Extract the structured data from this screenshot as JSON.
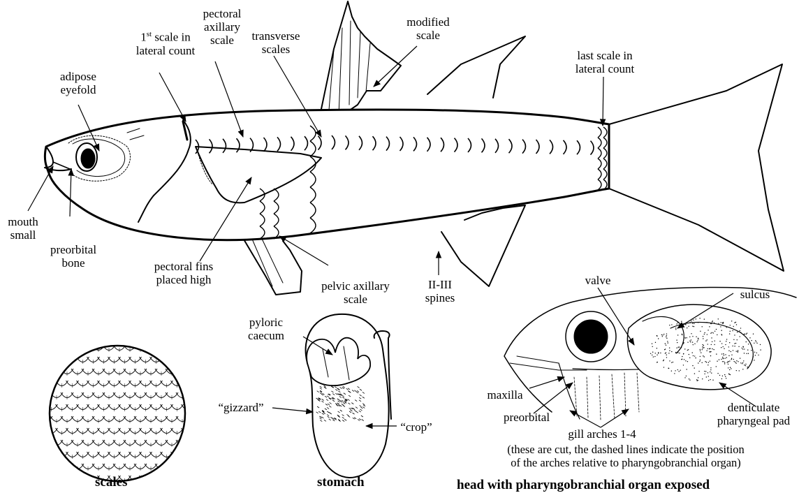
{
  "fish": {
    "labels": {
      "first_scale_pre": "1",
      "first_scale_sup": "st",
      "first_scale_post": " scale in",
      "first_scale_line2": "lateral count",
      "pectoral_axillary": [
        "pectoral",
        "axillary",
        "scale"
      ],
      "transverse": [
        "transverse",
        "scales"
      ],
      "modified": [
        "modified",
        "scale"
      ],
      "last_scale": [
        "last scale in",
        "lateral count"
      ],
      "adipose": [
        "adipose",
        "eyefold"
      ],
      "mouth": [
        "mouth",
        "small"
      ],
      "preorbital_bone": [
        "preorbital",
        "bone"
      ],
      "pectoral_fins": [
        "pectoral fins",
        "placed high"
      ],
      "pelvic_axillary": [
        "pelvic axillary",
        "scale"
      ],
      "spines": [
        "II-III",
        "spines"
      ]
    }
  },
  "stomach": {
    "labels": {
      "pyloric": [
        "pyloric",
        "caecum"
      ],
      "gizzard": "“gizzard”",
      "crop": "“crop”"
    },
    "caption": "stomach"
  },
  "scales": {
    "caption": "scales"
  },
  "head": {
    "labels": {
      "valve": "valve",
      "sulcus": "sulcus",
      "maxilla": "maxilla",
      "preorbital": "preorbital",
      "gill_arches": "gill arches 1-4",
      "denticulate": [
        "denticulate",
        "pharyngeal pad"
      ]
    },
    "note": [
      "(these are cut, the dashed lines indicate the position",
      "of the arches relative to pharyngobranchial organ)"
    ],
    "caption": "head with pharyngobranchial organ exposed"
  }
}
